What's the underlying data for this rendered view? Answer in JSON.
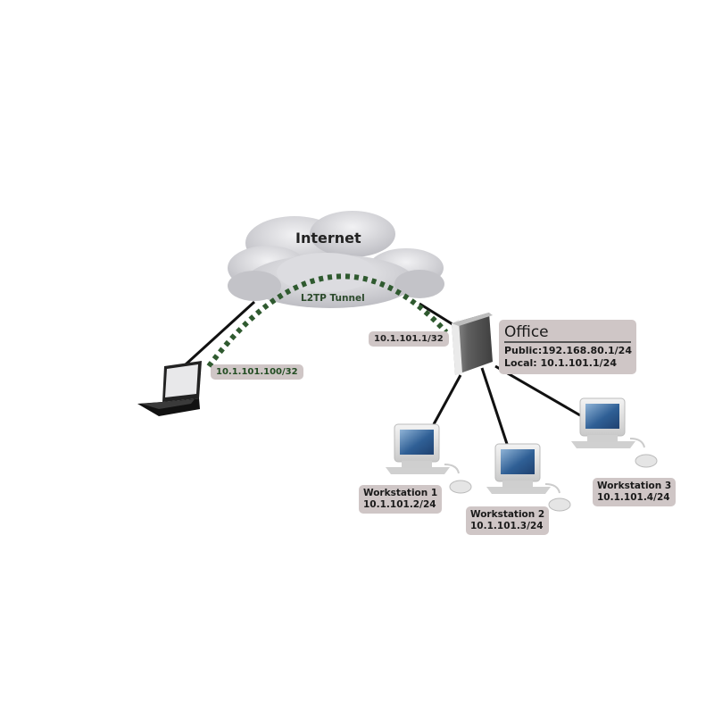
{
  "cloud": {
    "title": "Internet",
    "tunnel_label": "L2TP Tunnel"
  },
  "laptop": {
    "address": "10.1.101.100/32"
  },
  "router_tunnel": {
    "address": "10.1.101.1/32"
  },
  "office": {
    "title": "Office",
    "public_label": "Public:",
    "public_value": "192.168.80.1/24",
    "local_label": "Local:",
    "local_value": "10.1.101.1/24"
  },
  "workstations": [
    {
      "name": "Workstation 1",
      "address": "10.1.101.2/24"
    },
    {
      "name": "Workstation 2",
      "address": "10.1.101.3/24"
    },
    {
      "name": "Workstation 3",
      "address": "10.1.101.4/24"
    }
  ],
  "colors": {
    "tunnel": "#2f5a2f",
    "label_bg": "#cfc6c6",
    "cloud": "#d4d4d8"
  }
}
